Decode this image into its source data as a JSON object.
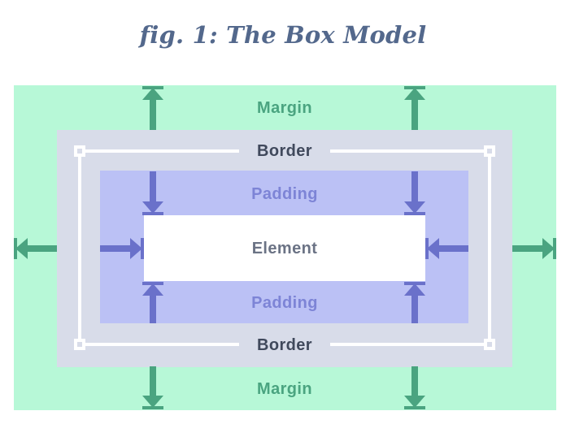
{
  "figure": {
    "title": "fig. 1: The Box Model"
  },
  "diagram": {
    "labels": {
      "margin_top": "Margin",
      "border_top": "Border",
      "padding_top": "Padding",
      "element": "Element",
      "padding_bottom": "Padding",
      "border_bottom": "Border",
      "margin_bottom": "Margin"
    },
    "icons": {
      "margin_arrows": "outward-dimension-arrow-with-end-cap",
      "padding_arrows": "inward-dimension-arrow-with-end-cap",
      "corner_markers": "hollow-square-selection-handle"
    }
  },
  "colors": {
    "page_bg": "#ffffff",
    "title_text": "#53688c",
    "margin_bg": "#b7f8d7",
    "margin_accent": "#4aa480",
    "border_bg": "#d8dce9",
    "border_text": "#40495c",
    "padding_bg": "#bbc1f5",
    "padding_accent": "#6a71ca",
    "padding_text": "#7d84d6",
    "element_bg": "#ffffff",
    "element_text": "#6b7385",
    "outline": "#ffffff"
  }
}
